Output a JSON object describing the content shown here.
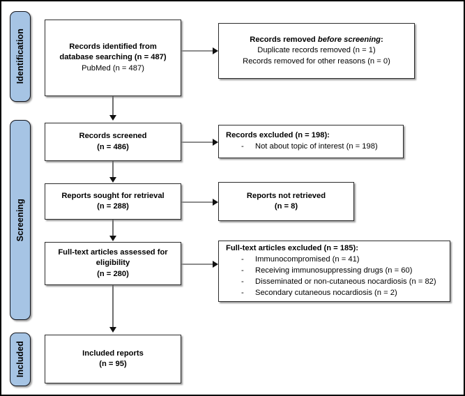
{
  "diagram": {
    "type": "prisma-flow-diagram",
    "accent_color": "#A6C4E4",
    "box_border_color": "#2b2b2b",
    "connector_color": "#8c8c8c"
  },
  "stages": [
    {
      "id": "identification",
      "label": "Identification"
    },
    {
      "id": "screening",
      "label": "Screening"
    },
    {
      "id": "included",
      "label": "Included"
    }
  ],
  "boxes": {
    "records_identified": {
      "line1": "Records identified from",
      "line2": "database searching (n = 487)",
      "line3": "PubMed (n = 487)"
    },
    "records_removed": {
      "head_plain": "Records removed ",
      "head_italic": "before screening",
      "head_colon": ":",
      "line2": "Duplicate records removed (n = 1)",
      "line3": "Records removed for other reasons (n = 0)"
    },
    "records_screened": {
      "line1": "Records screened",
      "line2": "(n = 486)"
    },
    "records_excluded": {
      "head": "Records excluded (n = 198):",
      "reasons": [
        {
          "dash": "-",
          "text": "Not about topic of interest (n = 198)"
        }
      ]
    },
    "reports_sought": {
      "line1": "Reports sought for retrieval",
      "line2": "(n = 288)"
    },
    "reports_not_retrieved": {
      "line1": "Reports not retrieved",
      "line2": "(n = 8)"
    },
    "fulltext_assessed": {
      "line1": "Full-text articles assessed for",
      "line2": "eligibility",
      "line3": "(n = 280)"
    },
    "fulltext_excluded": {
      "head": "Full-text articles excluded (n = 185):",
      "reasons": [
        {
          "dash": "-",
          "text": "Immunocompromised (n = 41)"
        },
        {
          "dash": "-",
          "text": "Receiving immunosuppressing drugs (n = 60)"
        },
        {
          "dash": "-",
          "text": "Disseminated or non-cutaneous nocardiosis (n = 82)"
        },
        {
          "dash": "-",
          "text": "Secondary cutaneous nocardiosis (n = 2)"
        }
      ]
    },
    "included_reports": {
      "line1": "Included reports",
      "line2": "(n = 95)"
    }
  },
  "chart_data": {
    "type": "diagram",
    "title": "PRISMA flow diagram",
    "nodes": [
      {
        "id": "records_identified",
        "stage": "Identification",
        "label": "Records identified from database searching",
        "n": 487,
        "sources": [
          {
            "name": "PubMed",
            "n": 487
          }
        ]
      },
      {
        "id": "records_removed",
        "stage": "Identification",
        "label": "Records removed before screening",
        "items": [
          {
            "name": "Duplicate records removed",
            "n": 1
          },
          {
            "name": "Records removed for other reasons",
            "n": 0
          }
        ]
      },
      {
        "id": "records_screened",
        "stage": "Screening",
        "label": "Records screened",
        "n": 486
      },
      {
        "id": "records_excluded",
        "stage": "Screening",
        "label": "Records excluded",
        "n": 198,
        "items": [
          {
            "name": "Not about topic of interest",
            "n": 198
          }
        ]
      },
      {
        "id": "reports_sought",
        "stage": "Screening",
        "label": "Reports sought for retrieval",
        "n": 288
      },
      {
        "id": "reports_not_retrieved",
        "stage": "Screening",
        "label": "Reports not retrieved",
        "n": 8
      },
      {
        "id": "fulltext_assessed",
        "stage": "Screening",
        "label": "Full-text articles assessed for eligibility",
        "n": 280
      },
      {
        "id": "fulltext_excluded",
        "stage": "Screening",
        "label": "Full-text articles excluded",
        "n": 185,
        "items": [
          {
            "name": "Immunocompromised",
            "n": 41
          },
          {
            "name": "Receiving immunosuppressing drugs",
            "n": 60
          },
          {
            "name": "Disseminated or non-cutaneous nocardiosis",
            "n": 82
          },
          {
            "name": "Secondary cutaneous nocardiosis",
            "n": 2
          }
        ]
      },
      {
        "id": "included_reports",
        "stage": "Included",
        "label": "Included reports",
        "n": 95
      }
    ],
    "edges": [
      {
        "from": "records_identified",
        "to": "records_removed",
        "direction": "right"
      },
      {
        "from": "records_identified",
        "to": "records_screened",
        "direction": "down"
      },
      {
        "from": "records_screened",
        "to": "records_excluded",
        "direction": "right"
      },
      {
        "from": "records_screened",
        "to": "reports_sought",
        "direction": "down"
      },
      {
        "from": "reports_sought",
        "to": "reports_not_retrieved",
        "direction": "right"
      },
      {
        "from": "reports_sought",
        "to": "fulltext_assessed",
        "direction": "down"
      },
      {
        "from": "fulltext_assessed",
        "to": "fulltext_excluded",
        "direction": "right"
      },
      {
        "from": "fulltext_assessed",
        "to": "included_reports",
        "direction": "down"
      }
    ]
  }
}
